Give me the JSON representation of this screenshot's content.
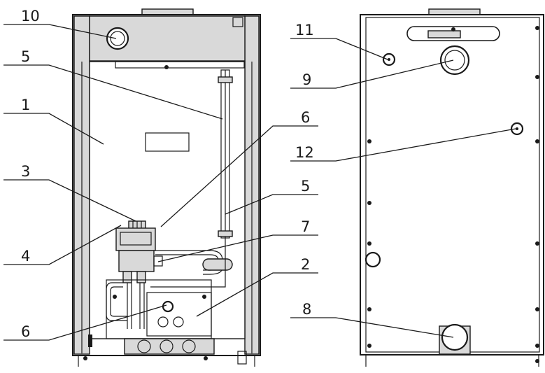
{
  "callouts": [
    "10",
    "5",
    "1",
    "3",
    "4",
    "6",
    "5",
    "6",
    "7",
    "2",
    "11",
    "9",
    "12",
    "8"
  ]
}
